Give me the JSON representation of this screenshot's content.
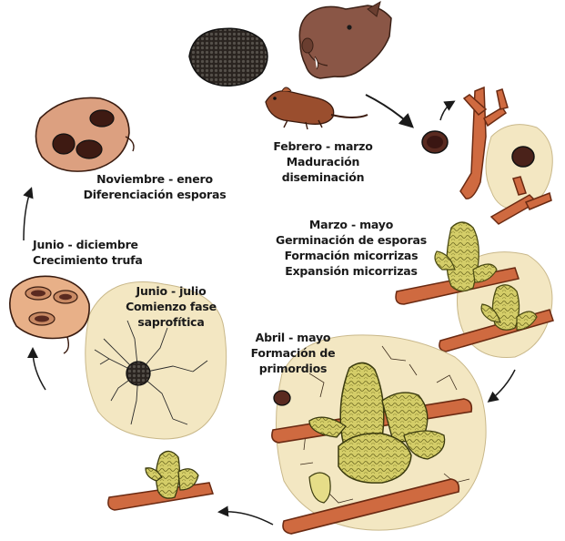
{
  "stages": [
    {
      "id": "feb-mar",
      "lines": [
        "Febrero - marzo",
        "Maduración",
        "diseminación"
      ]
    },
    {
      "id": "mar-may",
      "lines": [
        "Marzo - mayo",
        "Germinación de esporas",
        "Formación micorrizas",
        "Expansión micorrizas"
      ]
    },
    {
      "id": "abr-may",
      "lines": [
        "Abril - mayo",
        "Formación de",
        "primordios"
      ]
    },
    {
      "id": "jun-jul",
      "lines": [
        "Junio - julio",
        "Comienzo fase",
        "saprofítica"
      ]
    },
    {
      "id": "jun-dic",
      "lines": [
        "Junio - diciembre",
        "Crecimiento trufa"
      ]
    },
    {
      "id": "nov-ene",
      "lines": [
        "Noviembre - enero",
        "Diferenciación esporas"
      ]
    }
  ],
  "colors": {
    "text": "#1a1a1a",
    "root": "#c8643a",
    "root_dark": "#7a3218",
    "mycorrhiza": "#c8c25a",
    "soil": "#f5e3b8",
    "truffle": "#2a2420",
    "boar": "#7a4a3a",
    "ascus": "#d9a07a",
    "arrow": "#1a1a1a"
  },
  "icons": [
    "truffle-icon",
    "wild-boar-icon",
    "rodent-icon",
    "spore-icon",
    "ascus-icon",
    "root-tip-icon",
    "mycorrhiza-icon",
    "soil-patch-icon",
    "cycle-arrow-icon"
  ]
}
